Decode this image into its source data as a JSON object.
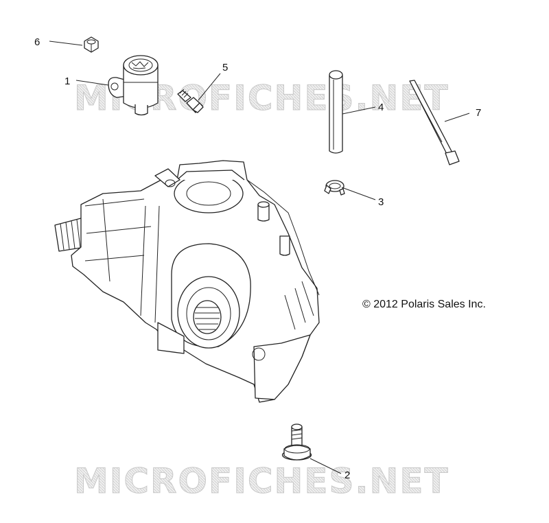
{
  "watermark": {
    "text": "MICROFICHES.NET"
  },
  "copyright": "© 2012 Polaris Sales Inc.",
  "callouts": [
    {
      "id": "1",
      "label": "1"
    },
    {
      "id": "2",
      "label": "2"
    },
    {
      "id": "3",
      "label": "3"
    },
    {
      "id": "4",
      "label": "4"
    },
    {
      "id": "5",
      "label": "5"
    },
    {
      "id": "6",
      "label": "6"
    },
    {
      "id": "7",
      "label": "7"
    }
  ],
  "parts": [
    {
      "callout": "1",
      "icon": "reservoir-icon"
    },
    {
      "callout": "2",
      "icon": "flange-bolt-icon"
    },
    {
      "callout": "3",
      "icon": "hose-clamp-icon"
    },
    {
      "callout": "4",
      "icon": "hose-icon"
    },
    {
      "callout": "5",
      "icon": "screw-icon"
    },
    {
      "callout": "6",
      "icon": "nut-icon"
    },
    {
      "callout": "7",
      "icon": "tie-strap-icon"
    }
  ],
  "assembly": {
    "icon": "gearcase-icon"
  }
}
